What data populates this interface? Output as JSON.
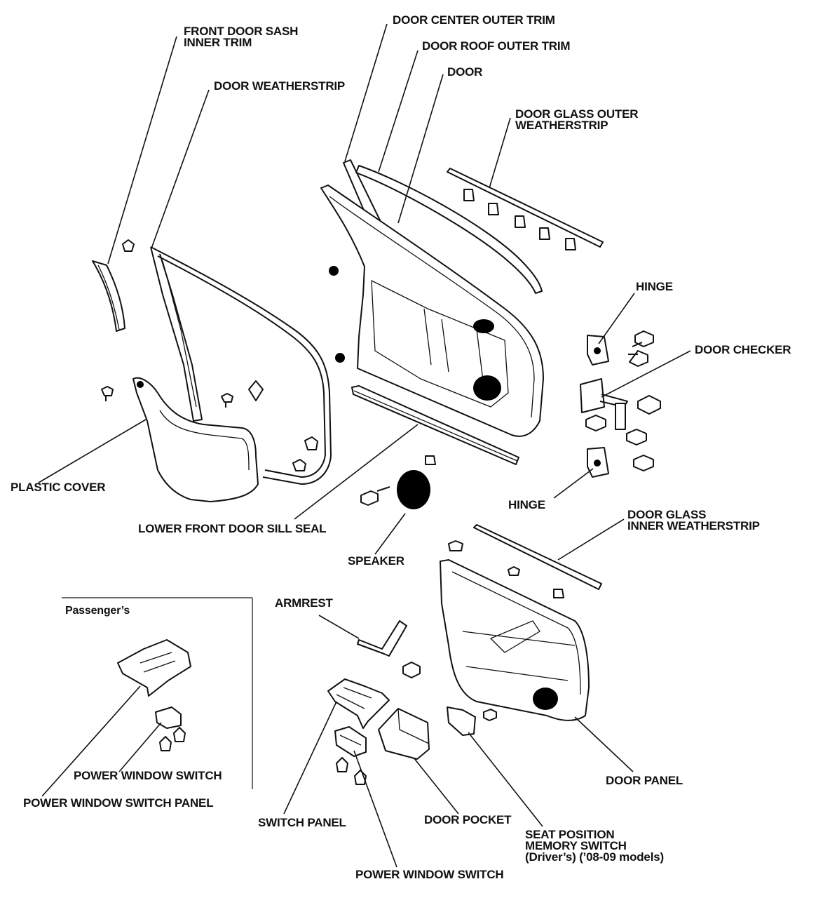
{
  "labels": {
    "front_door_sash": [
      "FRONT DOOR SASH",
      "INNER TRIM"
    ],
    "door_weatherstrip": "DOOR WEATHERSTRIP",
    "door_center_outer_trim": "DOOR CENTER OUTER TRIM",
    "door_roof_outer_trim": "DOOR ROOF OUTER TRIM",
    "door": "DOOR",
    "door_glass_outer_weatherstrip": [
      "DOOR GLASS OUTER",
      "WEATHERSTRIP"
    ],
    "hinge_upper": "HINGE",
    "door_checker": "DOOR CHECKER",
    "hinge_lower": "HINGE",
    "plastic_cover": "PLASTIC COVER",
    "lower_front_door_sill_seal": "LOWER FRONT DOOR SILL SEAL",
    "speaker": "SPEAKER",
    "door_glass_inner_weatherstrip": [
      "DOOR GLASS",
      "INNER WEATHERSTRIP"
    ],
    "passengers": "Passenger’s",
    "armrest": "ARMREST",
    "power_window_switch_passenger": "POWER WINDOW SWITCH",
    "power_window_switch_panel": "POWER WINDOW SWITCH PANEL",
    "switch_panel": "SWITCH PANEL",
    "door_pocket": "DOOR POCKET",
    "seat_position_memory_switch": [
      "SEAT POSITION",
      "MEMORY SWITCH",
      "(Driver’s) (’08-09 models)"
    ],
    "door_panel": "DOOR PANEL",
    "power_window_switch_driver": "POWER WINDOW SWITCH"
  }
}
